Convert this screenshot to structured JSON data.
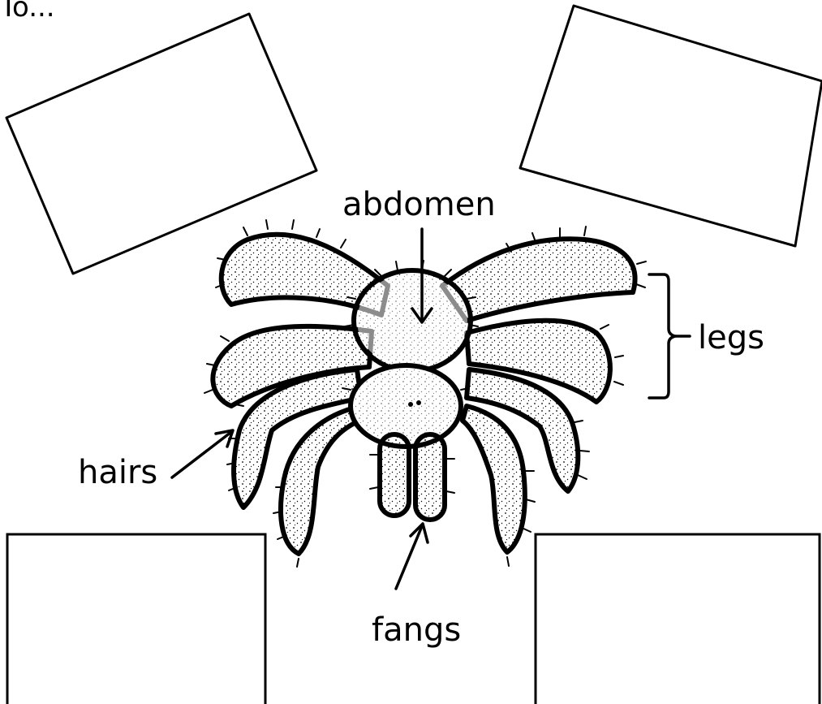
{
  "heading": "To...",
  "labels": {
    "abdomen": "abdomen",
    "legs": "legs",
    "hairs": "hairs",
    "fangs": "fangs"
  },
  "answer_boxes": [
    {
      "id": "top-left",
      "content": ""
    },
    {
      "id": "top-right",
      "content": ""
    },
    {
      "id": "bottom-left",
      "content": ""
    },
    {
      "id": "bottom-right",
      "content": ""
    }
  ],
  "colors": {
    "ink": "#000000",
    "paper": "#ffffff"
  },
  "icons": {
    "illustration": "spider-icon"
  }
}
